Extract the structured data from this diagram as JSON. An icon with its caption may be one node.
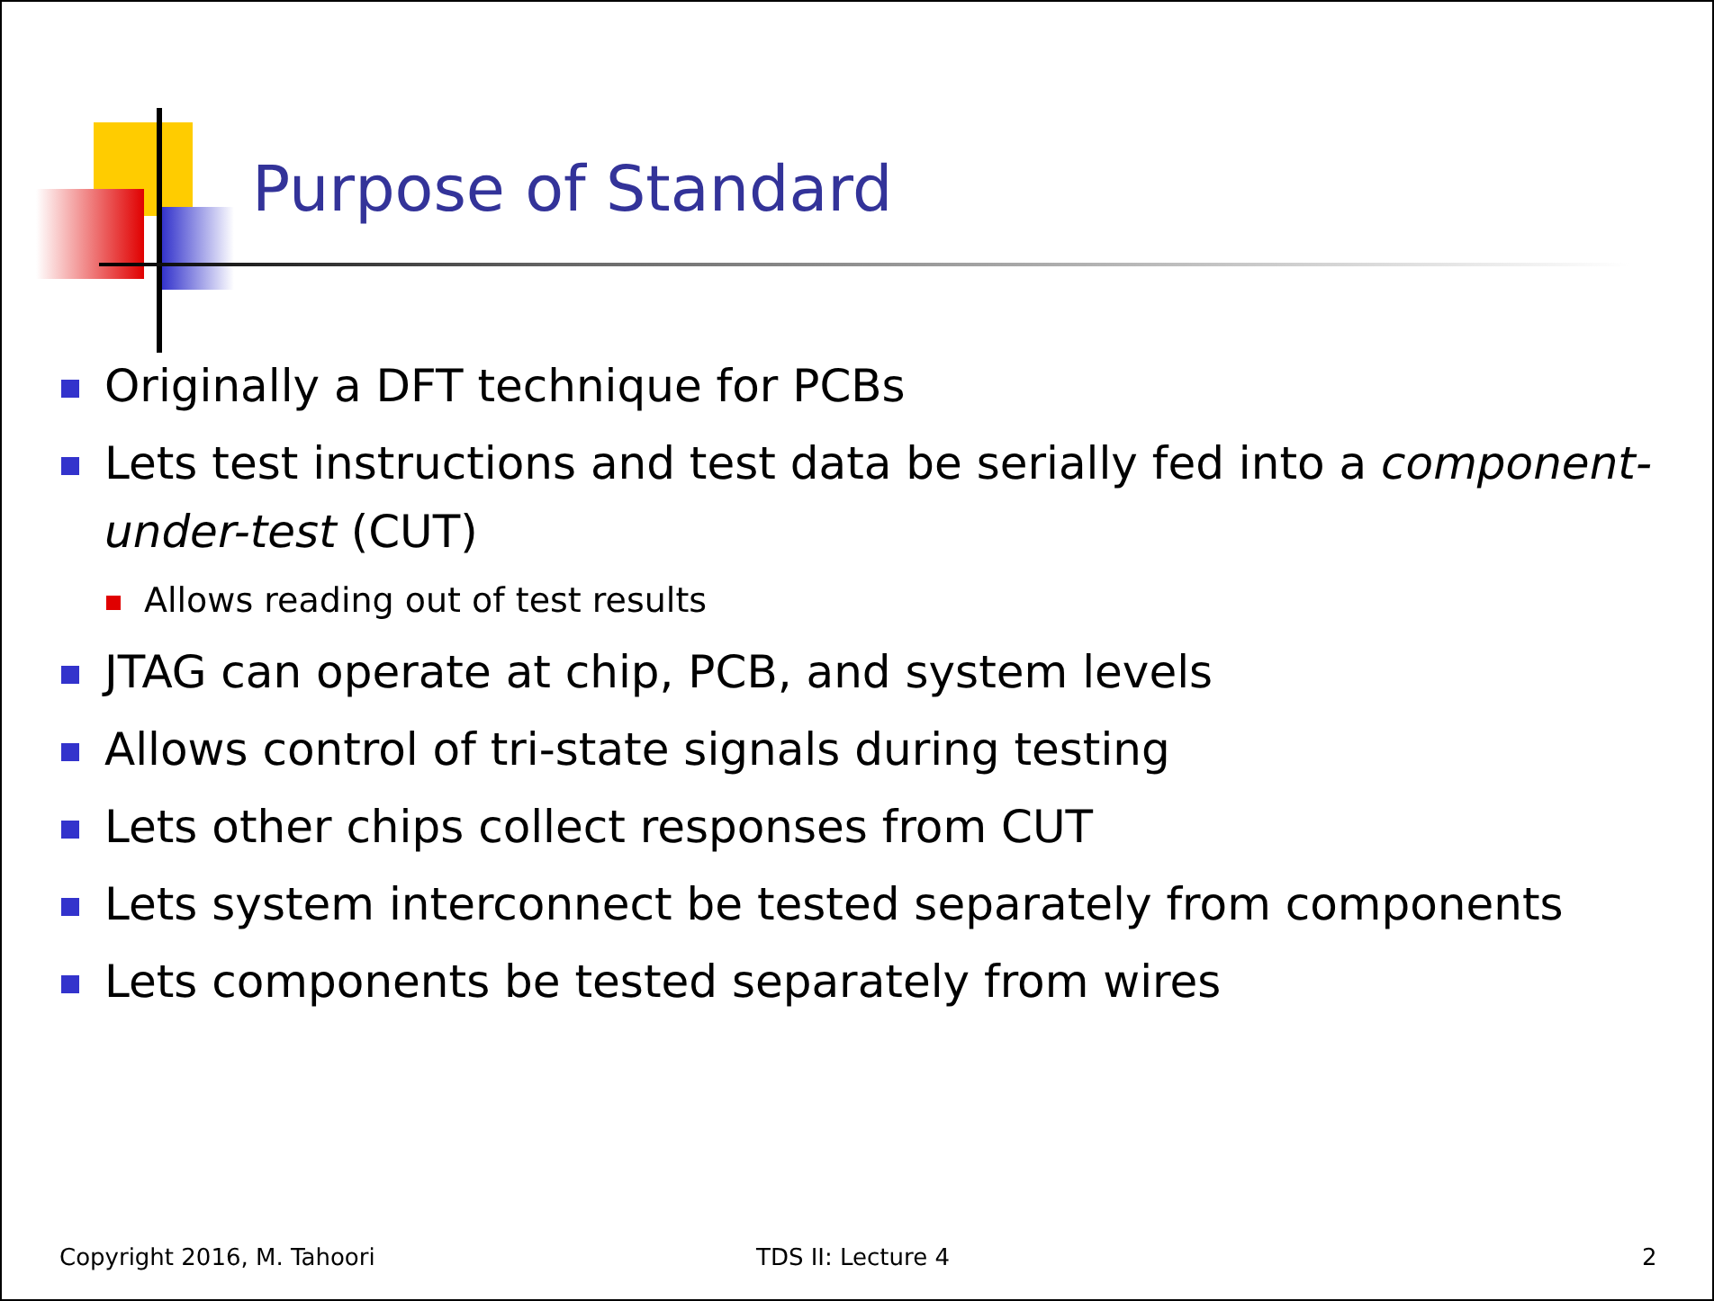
{
  "diagram": {
    "title": "Purpose of Standard",
    "labels": [
      "Originally a DFT technique for PCBs",
      "Lets test instructions and test data be serially fed into a *component-under-test* (CUT)",
      "Allows reading out of test results",
      "JTAG can operate at chip, PCB, and system levels",
      "Allows control of tri-state signals during testing",
      "Lets other chips collect responses from CUT",
      "Lets system interconnect be tested separately from components",
      "Lets components be tested separately from wires",
      "Copyright 2016, M. Tahoori",
      "TDS II: Lecture 4",
      "2"
    ]
  }
}
